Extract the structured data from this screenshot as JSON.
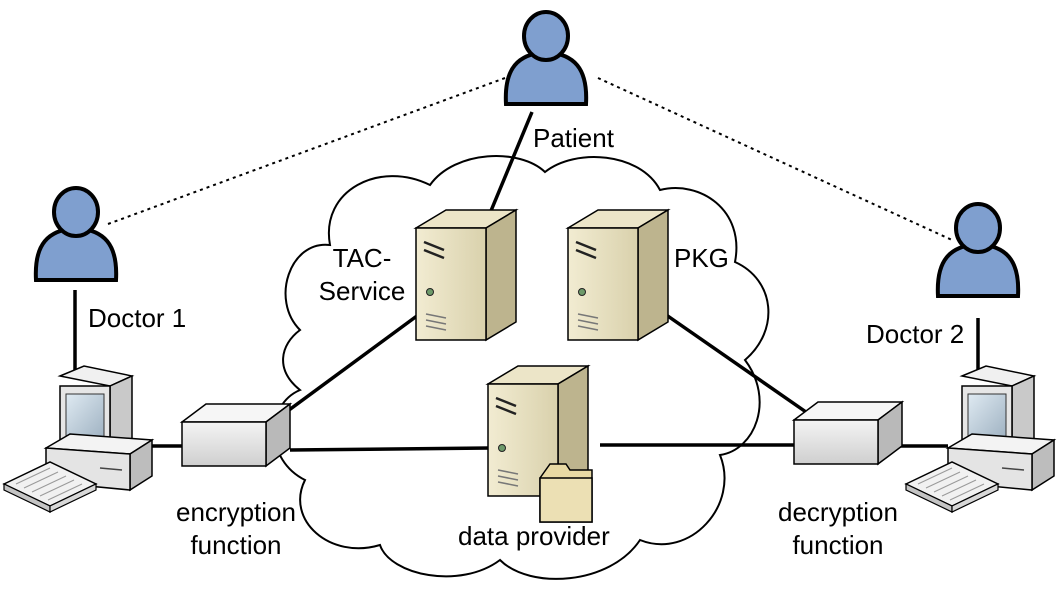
{
  "nodes": {
    "patient": "Patient",
    "doctor1": "Doctor 1",
    "doctor2": "Doctor 2",
    "tac_line1": "TAC-",
    "tac_line2": "Service",
    "pkg": "PKG",
    "data_provider": "data provider",
    "enc_line1": "encryption",
    "enc_line2": "function",
    "dec_line1": "decryption",
    "dec_line2": "function"
  },
  "colors": {
    "person": "#7f9fcf",
    "server": "#ddd6b4",
    "box": "#e3e3e3",
    "folder": "#e8d9a4"
  }
}
